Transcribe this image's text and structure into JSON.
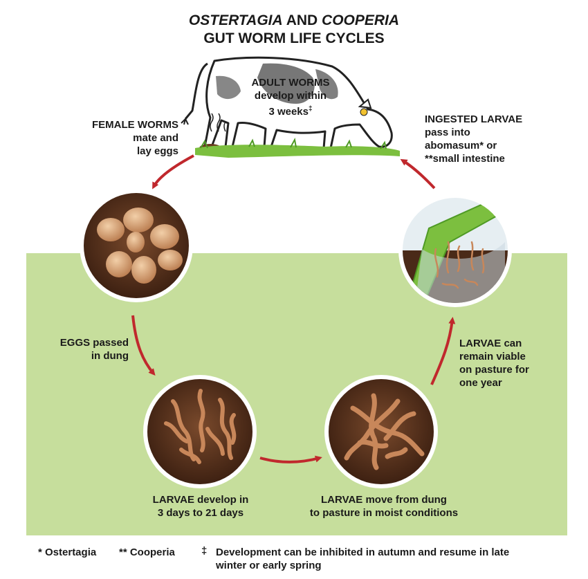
{
  "title": {
    "line1_part1": "OSTERTAGIA",
    "line1_part2": " AND ",
    "line1_part3": "COOPERIA",
    "line2": "GUT WORM LIFE CYCLES"
  },
  "stages": {
    "adult": [
      "ADULT WORMS",
      "develop within",
      "3 weeks"
    ],
    "adult_mark": "‡",
    "female": [
      "FEMALE WORMS",
      "mate and",
      "lay eggs"
    ],
    "ingested": [
      "INGESTED LARVAE",
      "pass into",
      "abomasum* or",
      "**small intestine"
    ],
    "eggs": [
      "EGGS passed",
      "in dung"
    ],
    "larvae_develop": [
      "LARVAE develop in",
      "3 days to 21 days"
    ],
    "larvae_move": [
      "LARVAE move from dung",
      "to pasture in moist conditions"
    ],
    "larvae_viable": [
      "LARVAE can",
      "remain viable",
      "on pasture for",
      "one year"
    ]
  },
  "footnotes": {
    "ostertagia": "* Ostertagia",
    "cooperia": "** Cooperia",
    "dagger": "‡",
    "dev_line1": "Development can be inhibited in autumn and resume in late",
    "dev_line2": "winter or early spring"
  },
  "colors": {
    "pasture": "#c6de9c",
    "arrow": "#c0282d",
    "dung": "#4a2a18",
    "egg": "#d9a57a",
    "larva": "#c8875a",
    "grass": "#6fb83a"
  }
}
